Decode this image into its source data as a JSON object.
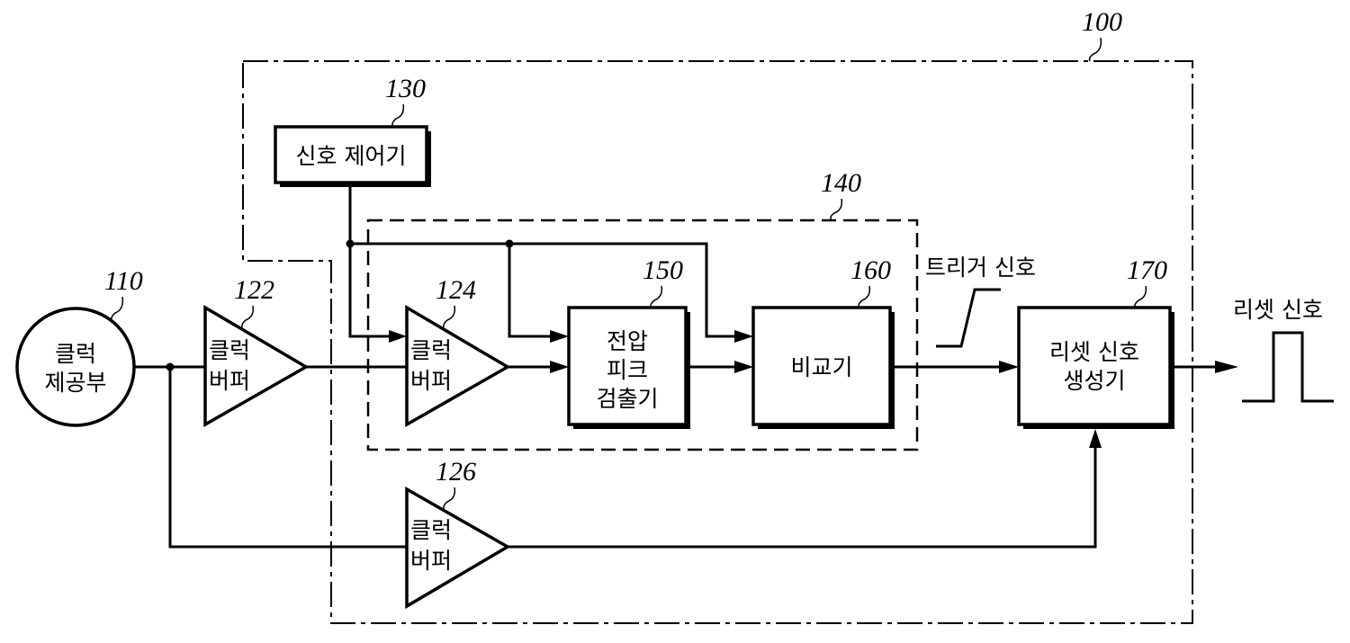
{
  "figure": {
    "system_ref": "100",
    "detector_group_ref": "140",
    "blocks": {
      "clock_provider": {
        "ref": "110",
        "lines": [
          "클럭",
          "제공부"
        ]
      },
      "clock_buffer_1": {
        "ref": "122",
        "lines": [
          "클럭",
          "버퍼"
        ]
      },
      "clock_buffer_2": {
        "ref": "124",
        "lines": [
          "클럭",
          "버퍼"
        ]
      },
      "clock_buffer_3": {
        "ref": "126",
        "lines": [
          "클럭",
          "버퍼"
        ]
      },
      "signal_controller": {
        "ref": "130",
        "lines": [
          "신호 제어기"
        ]
      },
      "voltage_peak_detector": {
        "ref": "150",
        "lines": [
          "전압",
          "피크",
          "검출기"
        ]
      },
      "comparator": {
        "ref": "160",
        "lines": [
          "비교기"
        ]
      },
      "reset_signal_generator": {
        "ref": "170",
        "lines": [
          "리셋 신호",
          "생성기"
        ]
      }
    },
    "signals": {
      "trigger_signal": "트리거 신호",
      "reset_signal": "리셋 신호"
    }
  }
}
